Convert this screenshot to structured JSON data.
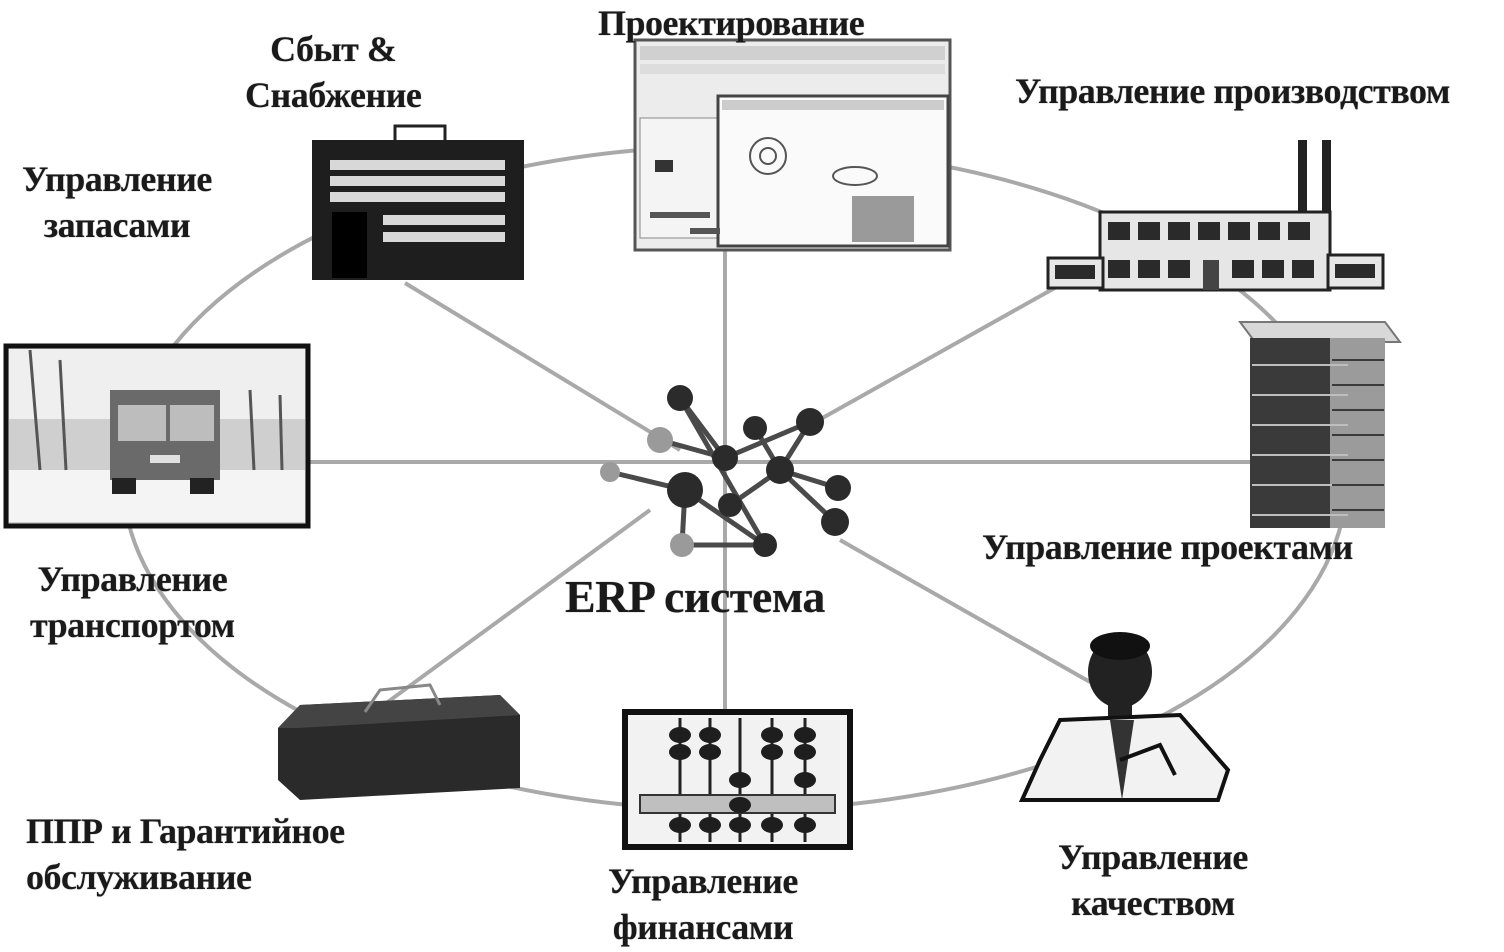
{
  "center_label": "ERP система",
  "modules": {
    "design": "Проектирование",
    "sales_line1": "Сбыт  &",
    "sales_line2": "Снабжение",
    "inventory_line1": "Управление",
    "inventory_line2": "запасами",
    "production": "Управление производством",
    "transport_line1": "Управление",
    "transport_line2": "транспортом",
    "projects": "Управление проектами",
    "maintenance_line1": "ППР и Гарантийное",
    "maintenance_line2": "обслуживание",
    "finance_line1": "Управление",
    "finance_line2": "финансами",
    "quality_line1": "Управление",
    "quality_line2": "качеством"
  },
  "colors": {
    "line": "#a9a9a9",
    "ink": "#1a1a1a",
    "node": "#2b2b2b"
  },
  "icons": [
    "cad-screen-icon",
    "building-icon",
    "factory-icon",
    "truck-photo-icon",
    "brick-warehouse-icon",
    "erp-network-icon",
    "toolbox-icon",
    "abacus-icon",
    "scientist-icon"
  ]
}
